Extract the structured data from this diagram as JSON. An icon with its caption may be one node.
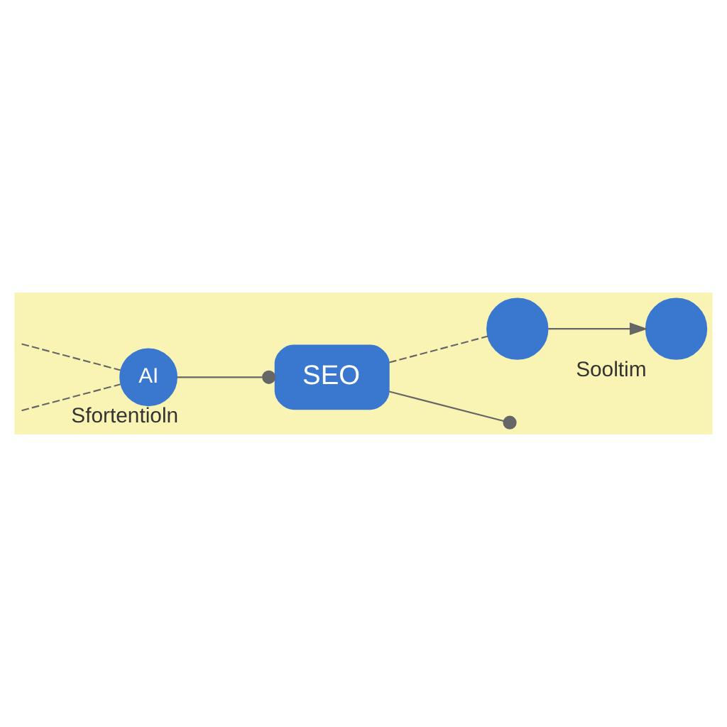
{
  "diagram": {
    "nodes": [
      {
        "text": [
          "AI"
        ],
        "beside": [
          "Sfortentioln"
        ]
      },
      {
        "text": [
          "SEO"
        ]
      },
      {
        "text": [],
        "shape": "circle",
        "beside": [
          "Sooltim"
        ]
      },
      {
        "text": [],
        "shape": "circle"
      }
    ],
    "edges": [
      {
        "from": null,
        "to": 0,
        "arrow": "none",
        "style": "dashed"
      },
      {
        "from": null,
        "to": 0,
        "arrow": "none",
        "style": "dashed"
      },
      {
        "from": 0,
        "to": 1,
        "arrow": "other"
      },
      {
        "from": 1,
        "to": null,
        "arrow": "other"
      },
      {
        "from": 1,
        "to": 3,
        "arrow": "none",
        "style": "dashed"
      },
      {
        "from": 3,
        "to": 2,
        "arrow": "to"
      }
    ]
  }
}
